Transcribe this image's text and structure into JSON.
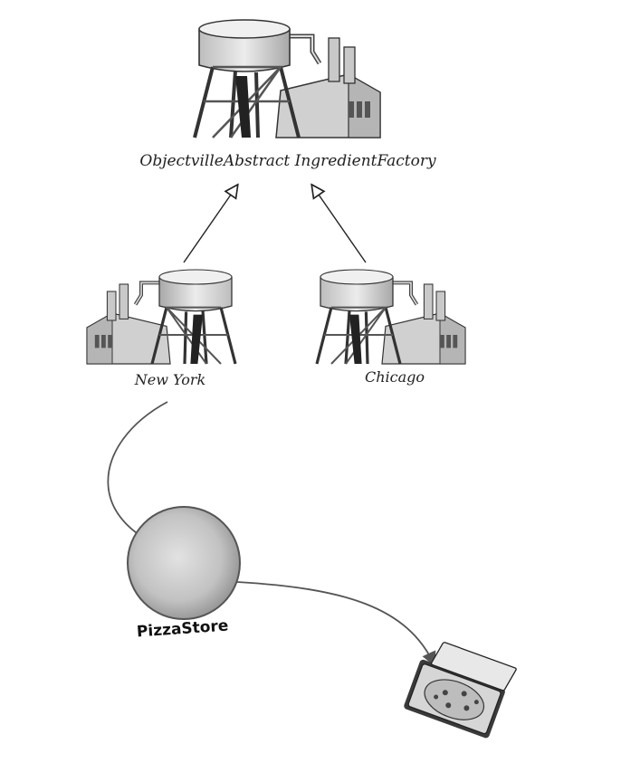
{
  "diagram": {
    "abstract_factory": {
      "label": "ObjectvilleAbstract IngredientFactory",
      "icon": "factory-icon"
    },
    "ny_factory": {
      "label": "New York",
      "icon": "factory-icon"
    },
    "chicago_factory": {
      "label": "Chicago",
      "icon": "factory-icon"
    },
    "store": {
      "label": "PizzaStore",
      "icon": "pizza-dough-icon"
    },
    "product": {
      "icon": "pizza-box-icon"
    }
  },
  "colors": {
    "ink": "#222222",
    "factory_fill": "#d9d9d9",
    "factory_shade": "#9a9a9a",
    "dough": "#c8c8c8"
  }
}
